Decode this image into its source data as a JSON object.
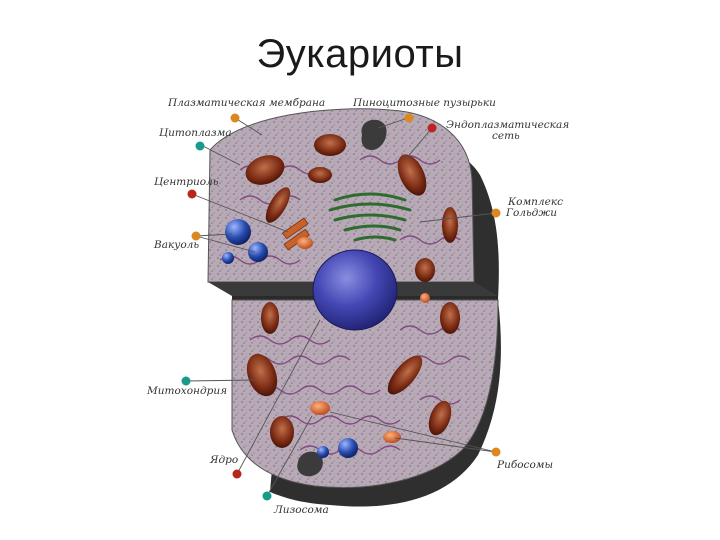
{
  "title": "Эукариоты",
  "labels": {
    "plasma_membrane": "Плазматическая мембрана",
    "pinocytic_vesicles": "Пиноцитозные пузырьки",
    "cytoplasm": "Цитоплазма",
    "er_line1": "Эндоплазматическая",
    "er_line2": "сеть",
    "centriole": "Центриоль",
    "golgi_line1": "Комплекс",
    "golgi_line2": "Гольджи",
    "vacuole": "Вакуоль",
    "mitochondria": "Митохондрия",
    "nucleus": "Ядро",
    "ribosomes": "Рибосомы",
    "lysosome": "Лизосома"
  },
  "colors": {
    "cell_body": "#a89aa8",
    "shadow": "#3a3a3a",
    "nucleus": "#3d3fa8",
    "mitochondria": "#7a2a12",
    "golgi": "#2e6b2e",
    "vacuole": "#2a4db0",
    "pin_orange": "#d9891e",
    "pin_red": "#b8261e",
    "pin_teal": "#1a9a8a"
  }
}
